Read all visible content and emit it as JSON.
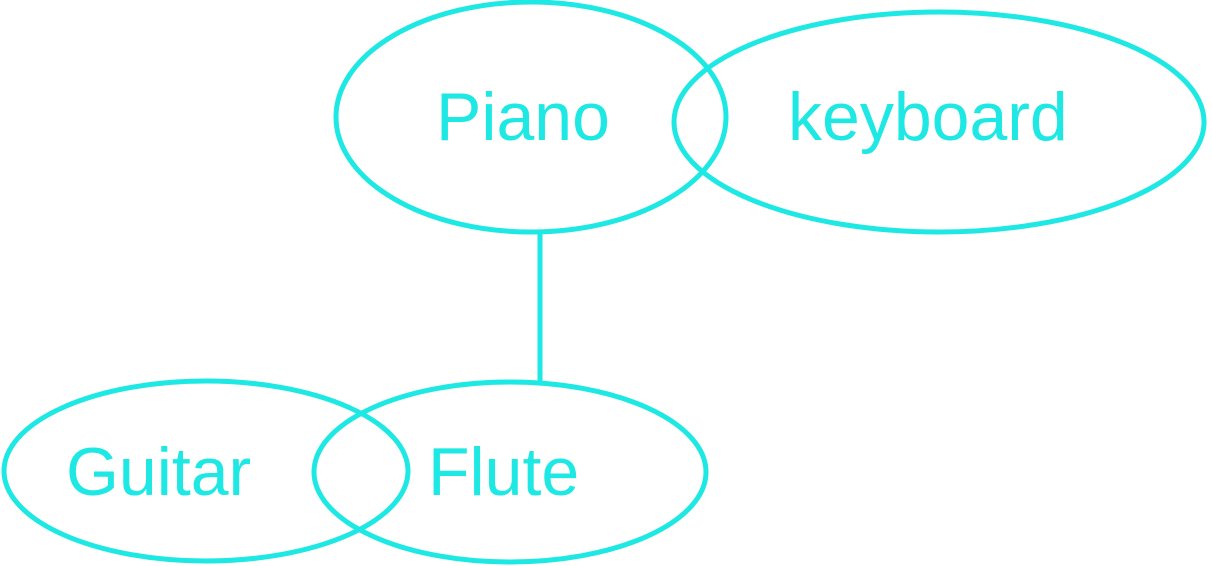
{
  "colors": {
    "stroke": "#1ee8e3",
    "text": "#1ee8e3",
    "background": "#ffffff"
  },
  "nodes": {
    "piano": {
      "label": "Piano",
      "shape": "ellipse"
    },
    "keyboard": {
      "label": "keyboard",
      "shape": "ellipse"
    },
    "guitar": {
      "label": "Guitar",
      "shape": "ellipse"
    },
    "flute": {
      "label": "Flute",
      "shape": "ellipse"
    }
  },
  "edges": [
    {
      "from": "piano",
      "to": "flute"
    }
  ]
}
